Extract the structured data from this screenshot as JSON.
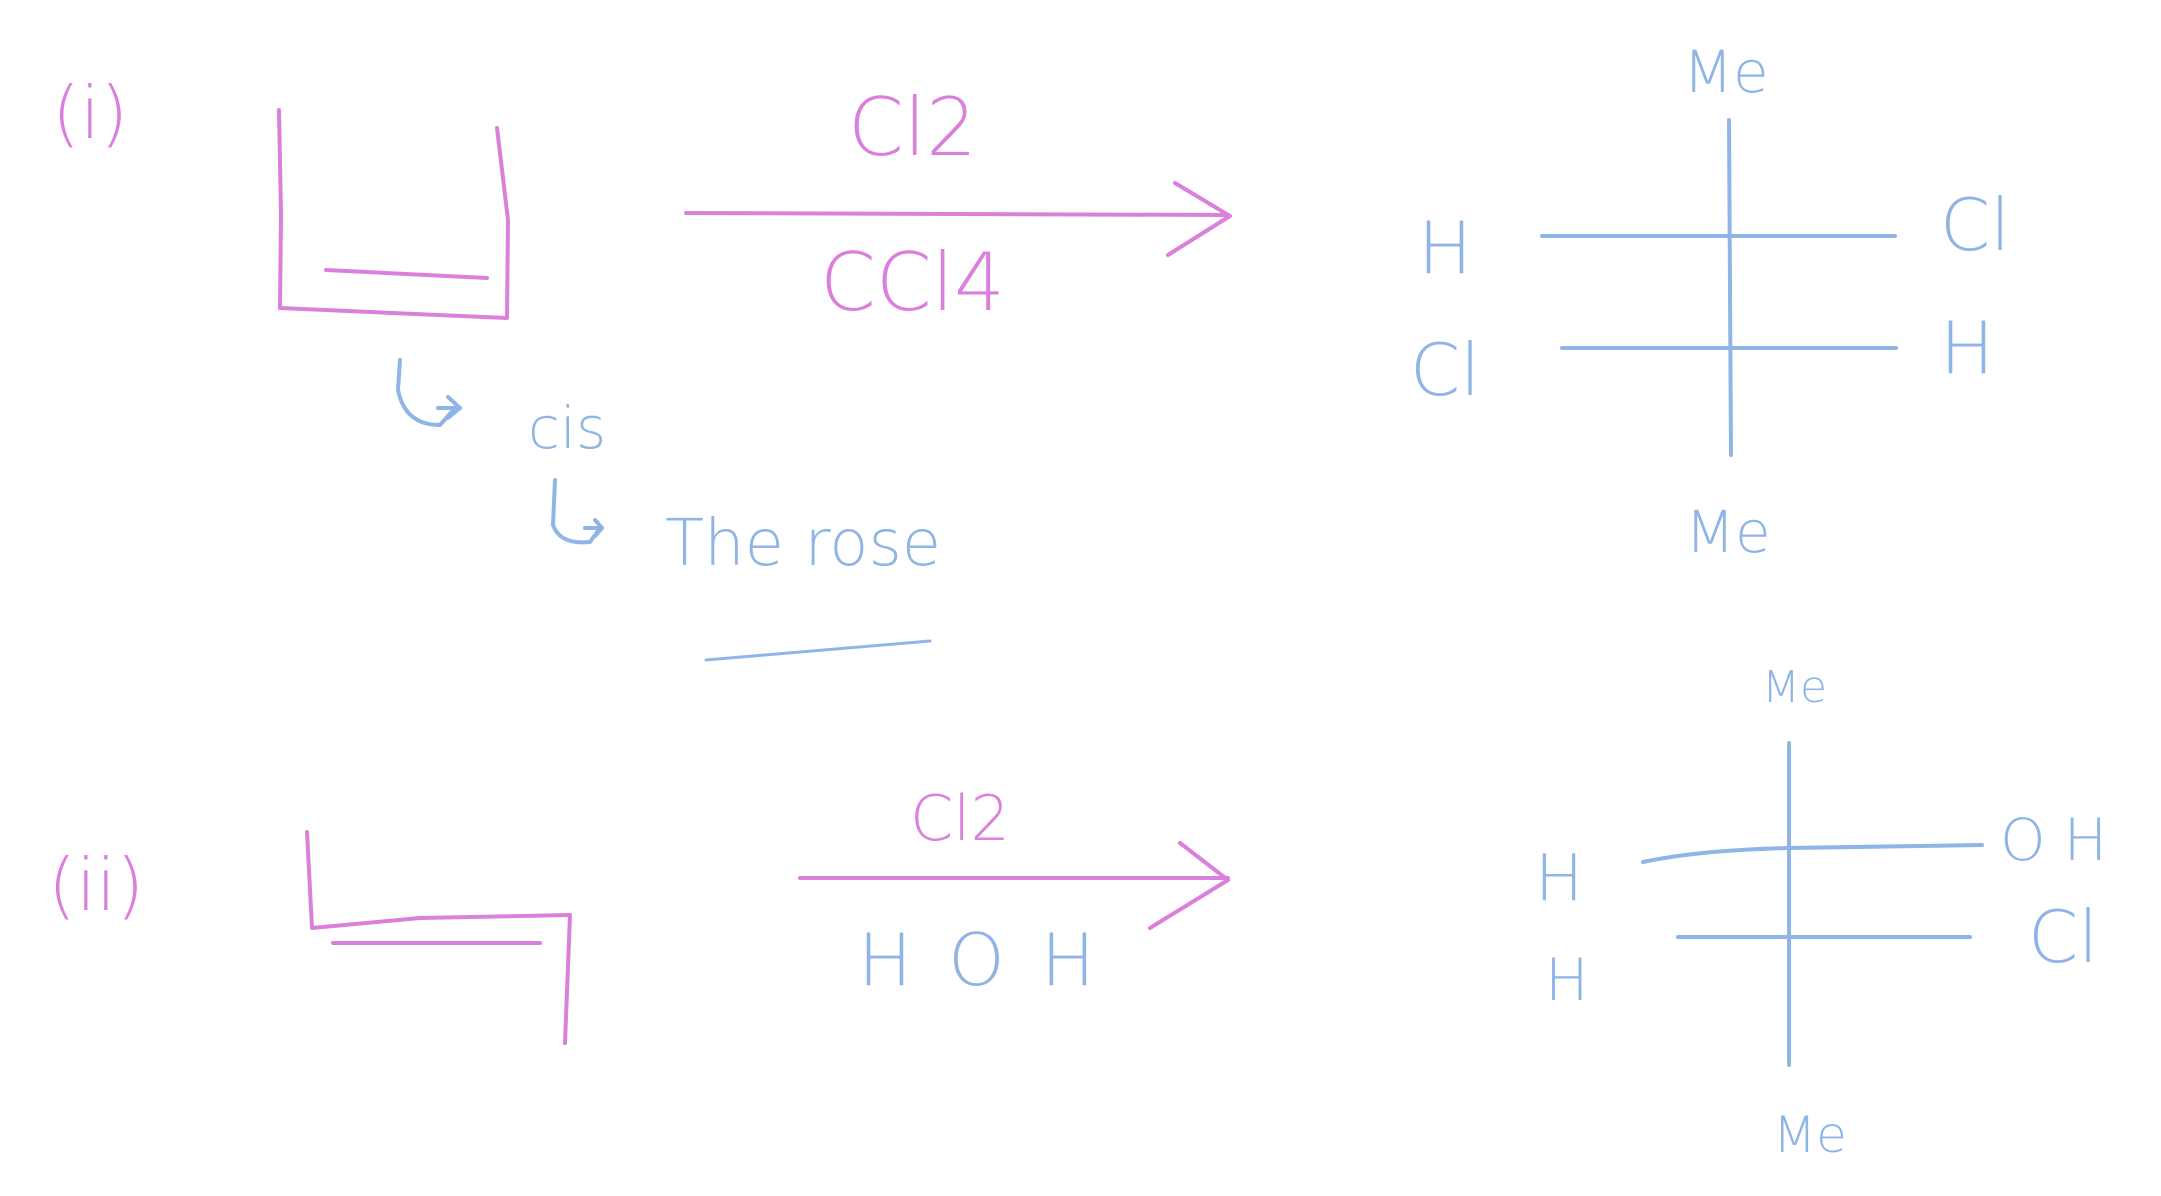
{
  "colors": {
    "pink": "#db7fdc",
    "blue": "#8fb4e6",
    "background": "#ffffff"
  },
  "reaction1": {
    "label": "(i)",
    "reagent_top": "Cl2",
    "reagent_bottom": "CCl4",
    "note_cis": "cis",
    "note_threose": "The rose",
    "fischer": {
      "top": "Me",
      "bottom": "Me",
      "row1_left": "H",
      "row1_right": "Cl",
      "row2_left": "Cl",
      "row2_right": "H"
    }
  },
  "reaction2": {
    "label": "(ii)",
    "reagent_top": "Cl2",
    "reagent_bottom": "HOH",
    "fischer": {
      "top": "Me",
      "bottom": "Me",
      "row1_left": "H",
      "row1_right": "OH",
      "row2_left": "H",
      "row2_right": "Cl"
    }
  }
}
